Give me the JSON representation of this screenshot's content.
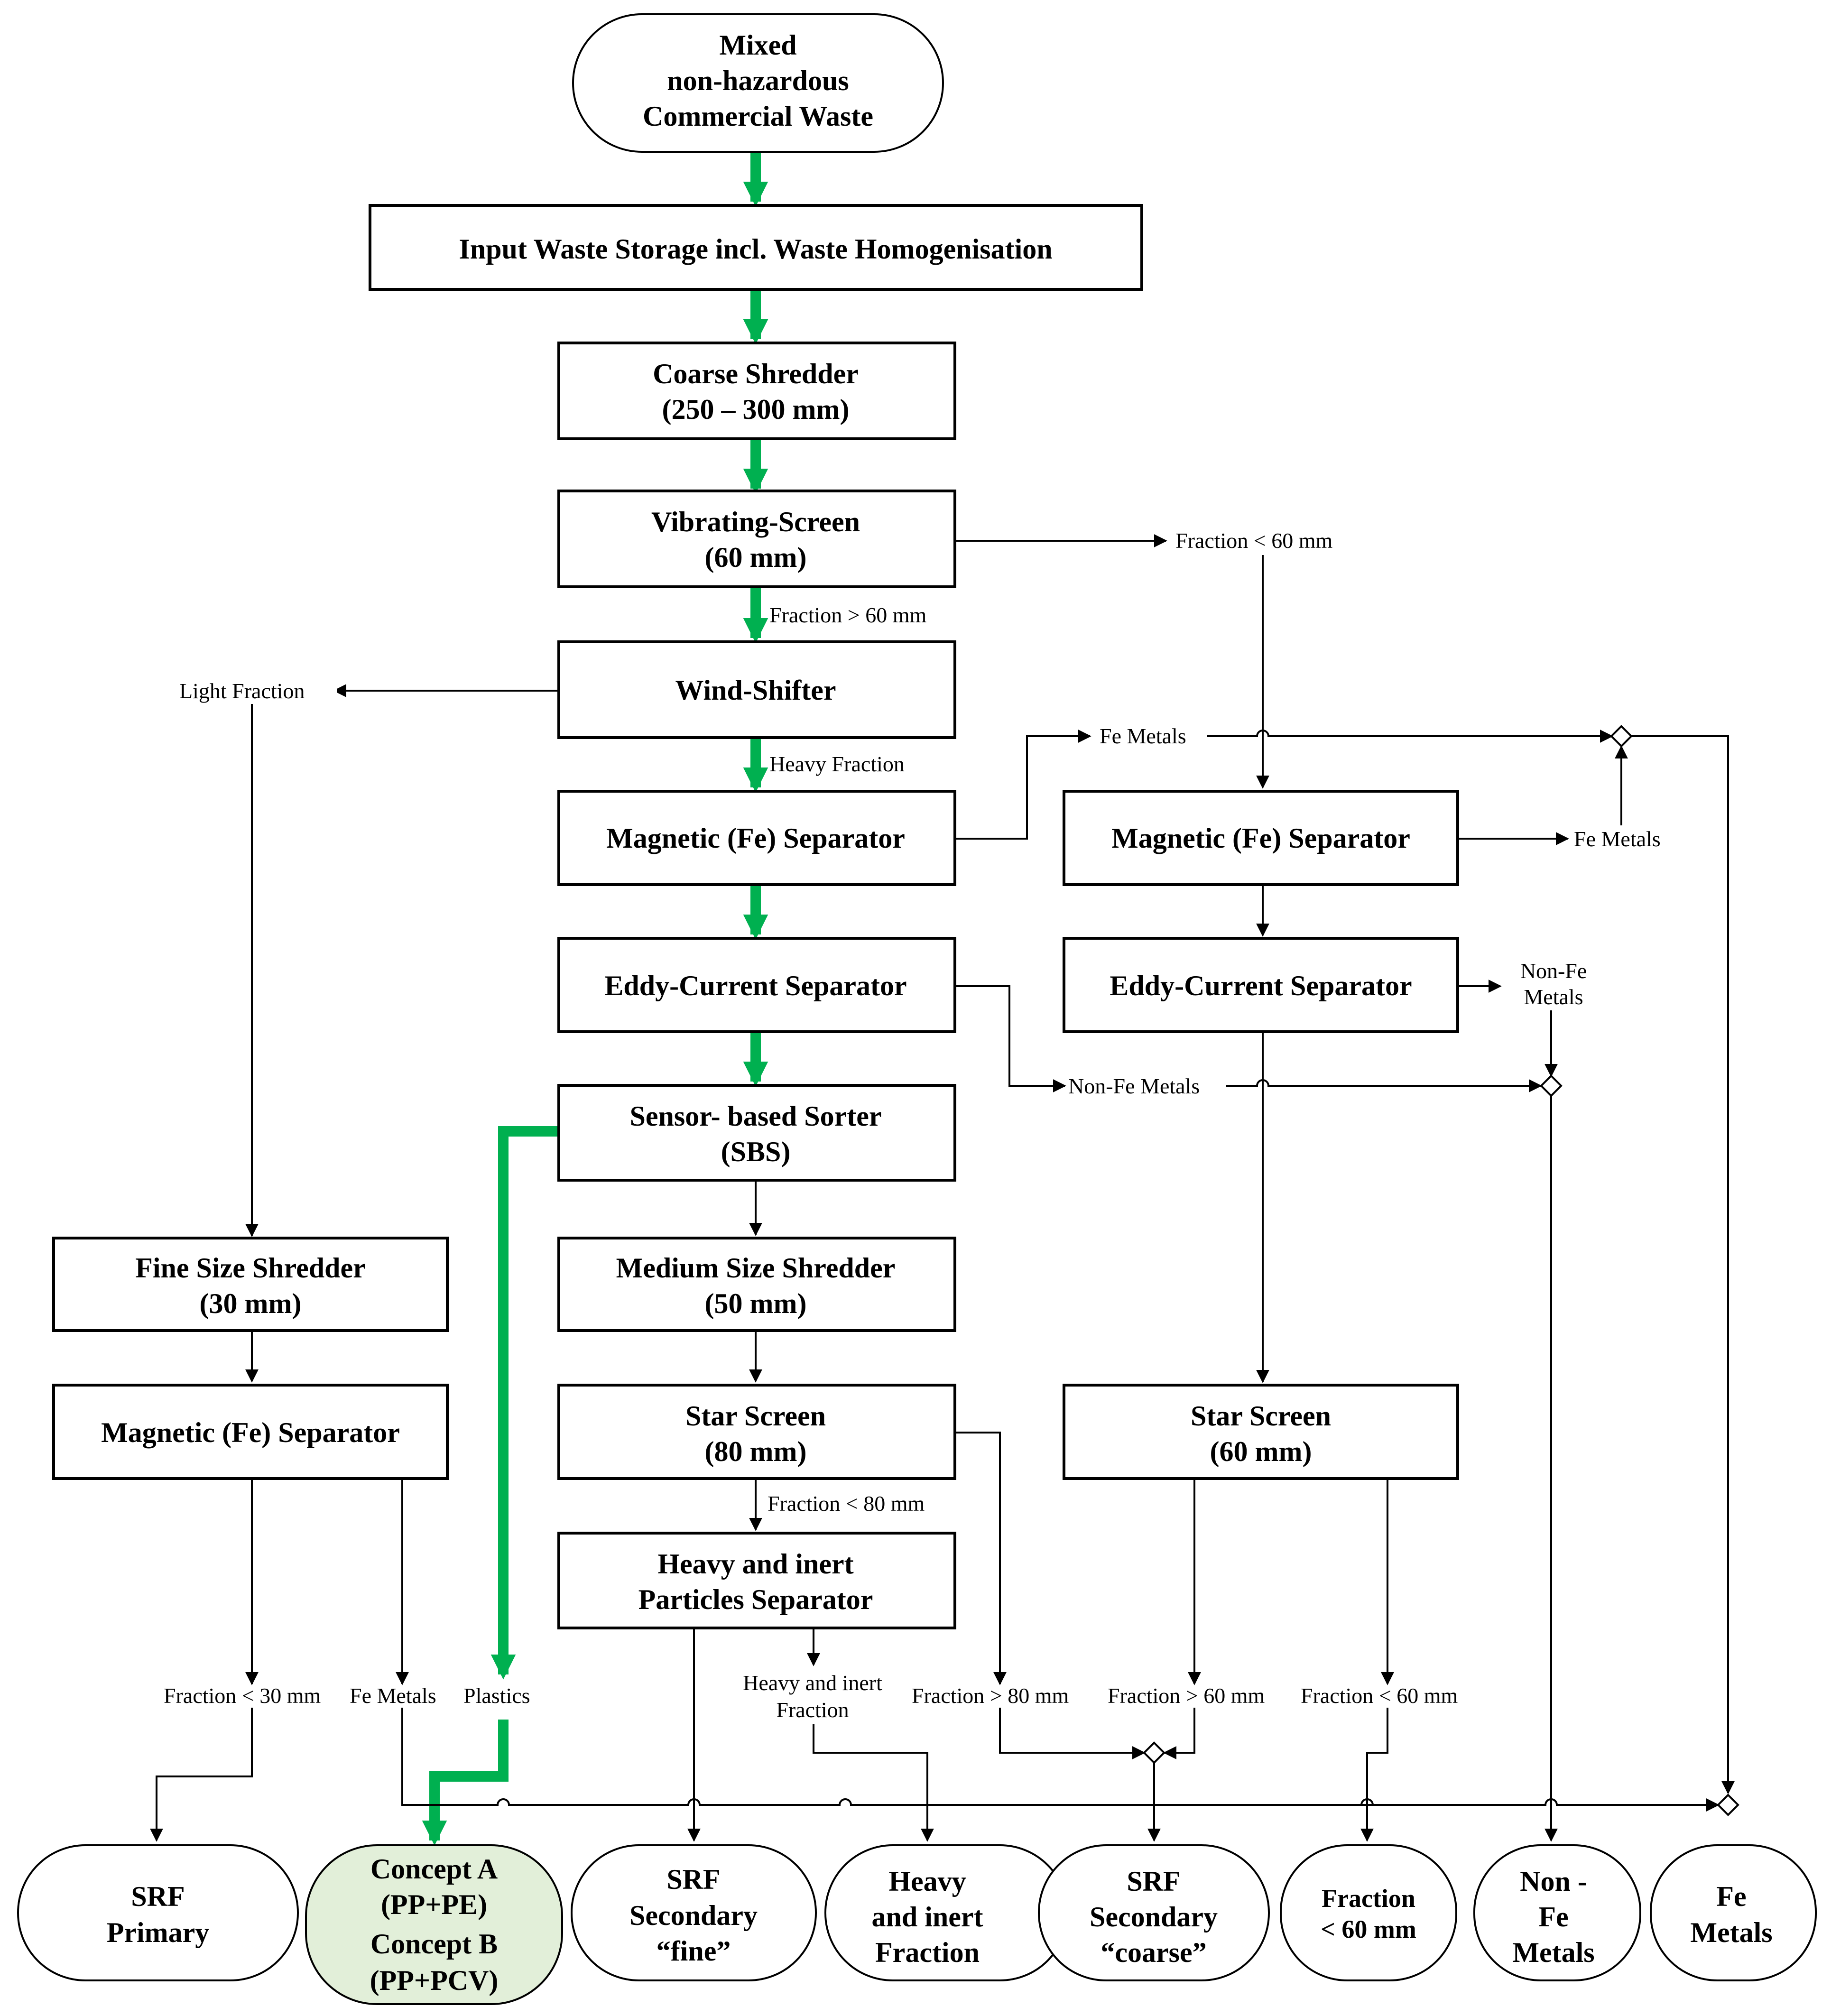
{
  "colors": {
    "main_flow": "#00b050",
    "concept_fill": "#e2efd9",
    "line": "#000000"
  },
  "nodes": {
    "input": [
      "Mixed",
      "non-hazardous",
      "Commercial Waste"
    ],
    "storage": [
      "Input Waste Storage incl. Waste Homogenisation"
    ],
    "coarse_shredder": [
      "Coarse Shredder",
      "(250 – 300 mm)"
    ],
    "vibrating_screen": [
      "Vibrating-Screen",
      "(60 mm)"
    ],
    "wind_shifter": [
      "Wind-Shifter"
    ],
    "magnetic_main": [
      "Magnetic (Fe) Separator"
    ],
    "magnetic_right": [
      "Magnetic (Fe) Separator"
    ],
    "eddy_main": [
      "Eddy-Current Separator"
    ],
    "eddy_right": [
      "Eddy-Current Separator"
    ],
    "sbs": [
      "Sensor- based Sorter",
      "(SBS)"
    ],
    "fine_shredder": [
      "Fine Size Shredder",
      "(30 mm)"
    ],
    "medium_shredder": [
      "Medium Size Shredder",
      "(50 mm)"
    ],
    "magnetic_left": [
      "Magnetic (Fe) Separator"
    ],
    "star_screen_80": [
      "Star Screen",
      "(80 mm)"
    ],
    "star_screen_60": [
      "Star Screen",
      "(60 mm)"
    ],
    "heavy_separator": [
      "Heavy and inert",
      "Particles Separator"
    ]
  },
  "outputs": {
    "srf_primary": [
      "SRF",
      "Primary"
    ],
    "concept": [
      "Concept A",
      "(PP+PE)",
      "Concept B",
      "(PP+PCV)"
    ],
    "srf_secondary_fine": [
      "SRF",
      "Secondary",
      "“fine”"
    ],
    "heavy_inert": [
      "Heavy",
      "and inert",
      "Fraction"
    ],
    "srf_secondary_coarse": [
      "SRF",
      "Secondary",
      "“coarse”"
    ],
    "fraction_lt60": [
      "Fraction",
      "< 60 mm"
    ],
    "non_fe": [
      "Non -",
      "Fe",
      "Metals"
    ],
    "fe_metals": [
      "Fe",
      "Metals"
    ]
  },
  "labels": {
    "fraction_lt_60_top": "Fraction < 60 mm",
    "fraction_gt_60_main": "Fraction > 60 mm",
    "light_fraction": "Light Fraction",
    "heavy_fraction": "Heavy Fraction",
    "fe_metals_a": "Fe Metals",
    "fe_metals_b": "Fe Metals",
    "non_fe_metals_a": "Non-Fe Metals",
    "non_fe_metals_b": [
      "Non-Fe",
      "Metals"
    ],
    "fraction_lt_80": "Fraction < 80 mm",
    "fraction_lt_30": "Fraction < 30 mm",
    "fe_metals_c": "Fe Metals",
    "plastics": "Plastics",
    "heavy_inert_fraction": [
      "Heavy and inert",
      "Fraction"
    ],
    "fraction_gt_80": "Fraction > 80 mm",
    "fraction_gt_60": "Fraction > 60 mm",
    "fraction_lt_60_bottom": "Fraction < 60 mm"
  }
}
